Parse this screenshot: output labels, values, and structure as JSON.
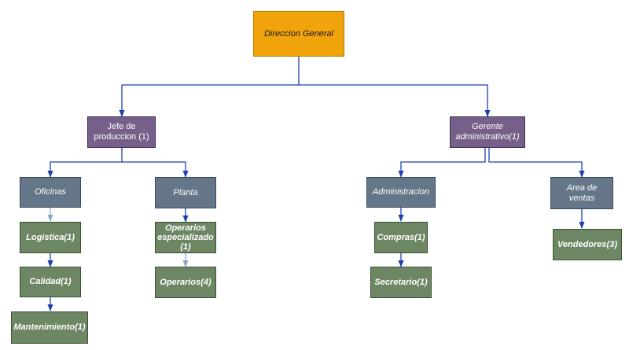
{
  "diagram": {
    "nodes": {
      "direccion": {
        "label": "Direccion General"
      },
      "jefe": {
        "label": "Jefe de produccion (1)"
      },
      "gerente": {
        "label": "Gerente administrativo(1)"
      },
      "oficinas": {
        "label": "Oficinas"
      },
      "planta": {
        "label": "Planta"
      },
      "administracion": {
        "label": "Administracion"
      },
      "area_ventas": {
        "label": "Area de ventas"
      },
      "logistica": {
        "label": "Logistica(1)"
      },
      "calidad": {
        "label": "Calidad(1)"
      },
      "mantenimiento": {
        "label": "Mantenimiento(1)"
      },
      "operarios_esp": {
        "label": "Operarios especializado (1)"
      },
      "operarios": {
        "label": "Operarios(4)"
      },
      "compras": {
        "label": "Compras(1)"
      },
      "secretario": {
        "label": "Secretario(1)"
      },
      "vendedores": {
        "label": "Vendedores(3)"
      }
    },
    "colors": {
      "top": "#f0a30a",
      "manager": "#76608a",
      "department": "#647687",
      "role": "#6d8764",
      "connector": "#1f3fb0",
      "connector_light": "#8aa8c8"
    }
  }
}
